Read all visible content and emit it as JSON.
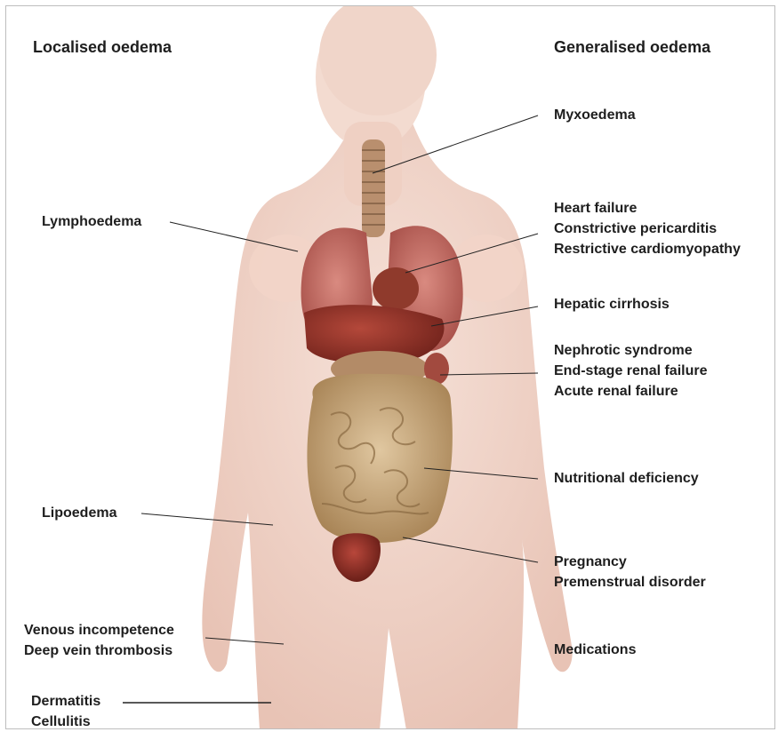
{
  "headers": {
    "left": "Localised oedema",
    "right": "Generalised oedema"
  },
  "labels": {
    "myxoedema": [
      "Myxoedema"
    ],
    "cardiac": [
      "Heart failure",
      "Constrictive pericarditis",
      "Restrictive cardiomyopathy"
    ],
    "hepatic": [
      "Hepatic cirrhosis"
    ],
    "renal": [
      "Nephrotic syndrome",
      "End-stage renal failure",
      "Acute renal failure"
    ],
    "nutrition": [
      "Nutritional deficiency"
    ],
    "pregnancy": [
      "Pregnancy",
      "Premenstrual disorder"
    ],
    "medications": [
      "Medications"
    ],
    "lymphoedema": [
      "Lymphoedema"
    ],
    "lipoedema": [
      "Lipoedema"
    ],
    "venous": [
      "Venous incompetence",
      "Deep vein thrombosis"
    ],
    "skin": [
      "Dermatitis",
      "Cellulitis"
    ]
  },
  "colors": {
    "skin": "#efd2c6",
    "lung": "#c9706a",
    "liver": "#8c2e25",
    "intestine": "#c8aa80",
    "bladder": "#8a2a22",
    "text": "#1e1e1e"
  }
}
